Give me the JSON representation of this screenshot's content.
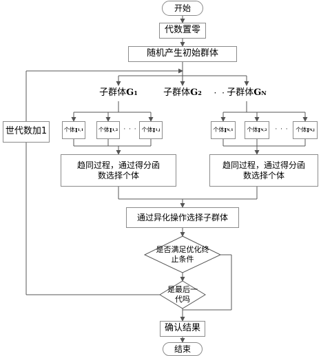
{
  "nodes": {
    "start": "开始",
    "reset_gen": "代数置零",
    "init_pop": "随机产生初始群体",
    "gen_increment": "世代数加1",
    "subgroup_g1": {
      "prefix": "子群体",
      "letter": "G",
      "sub": "1"
    },
    "subgroup_g2": {
      "prefix": "子群体",
      "letter": "G",
      "sub": "2"
    },
    "subgroup_ellipsis": "· · ·",
    "subgroup_gn": {
      "prefix": "子群体",
      "letter": "G",
      "sub": "N"
    },
    "left_individuals": [
      {
        "prefix": "个体",
        "letter": "I",
        "sub": "1,1"
      },
      {
        "prefix": "个体",
        "letter": "I",
        "sub": "1,2"
      },
      {
        "prefix": "个体",
        "letter": "I",
        "sub": "1,j"
      }
    ],
    "right_individuals": [
      {
        "prefix": "个体",
        "letter": "I",
        "sub": "N,1"
      },
      {
        "prefix": "个体",
        "letter": "I",
        "sub": "N,2"
      },
      {
        "prefix": "个体",
        "letter": "I",
        "sub": "N,j"
      }
    ],
    "individual_ellipsis": "· · ·",
    "convergence": "趋同过程，通过得分函数选择个体",
    "dissimilation": "通过异化操作选择子群体",
    "check_termination": "是否满足优化终止条件",
    "check_last_gen": "是最后一代吗",
    "confirm": "确认结果",
    "end": "结束"
  }
}
